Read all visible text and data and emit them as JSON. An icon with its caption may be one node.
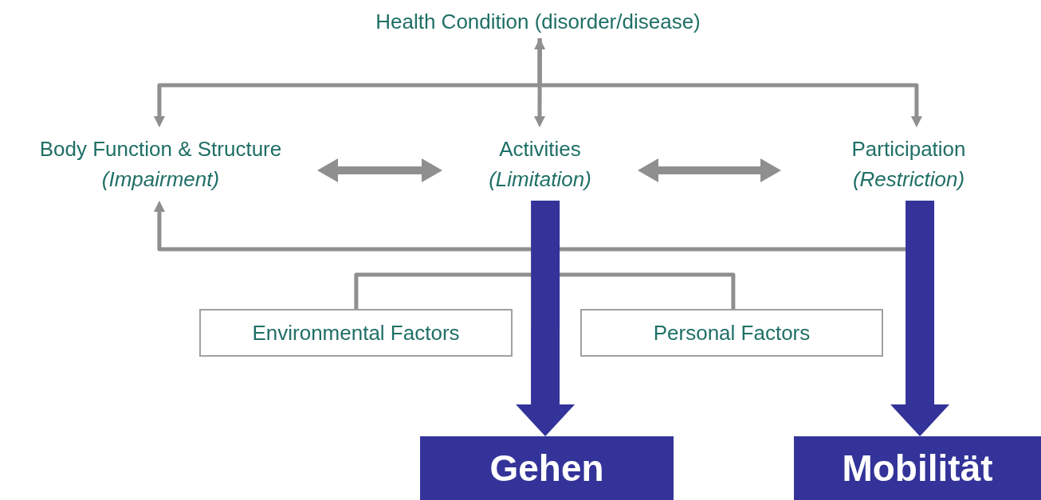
{
  "diagram": {
    "nodes": [
      {
        "text": [
          "Health Condition (disorder/disease)"
        ]
      },
      {
        "text": [
          "Body Function & Structure",
          "(Impairment)"
        ]
      },
      {
        "text": [
          "Activities",
          "(Limitation)"
        ]
      },
      {
        "text": [
          "Participation",
          "(Restriction)"
        ]
      },
      {
        "text": [
          "Environmental Factors"
        ]
      },
      {
        "text": [
          "Personal Factors"
        ]
      },
      {
        "text": [
          "Gehen"
        ]
      },
      {
        "text": [
          "Mobilität"
        ]
      }
    ],
    "edges": [
      {
        "from": 0,
        "to": 2,
        "arrow": "both"
      },
      {
        "from": 0,
        "to": 1,
        "arrow": "to"
      },
      {
        "from": 0,
        "to": 3,
        "arrow": "to"
      },
      {
        "from": 1,
        "to": 2,
        "arrow": "both",
        "style": "thick"
      },
      {
        "from": 2,
        "to": 3,
        "arrow": "both",
        "style": "thick"
      },
      {
        "from": 3,
        "to": 1,
        "arrow": "to"
      },
      {
        "from": 4,
        "to": 5,
        "arrow": "none"
      },
      {
        "from": 2,
        "to": 6,
        "arrow": "to",
        "style": "thick",
        "color": "#333399"
      },
      {
        "from": 3,
        "to": 7,
        "arrow": "to",
        "style": "thick",
        "color": "#333399"
      }
    ]
  }
}
